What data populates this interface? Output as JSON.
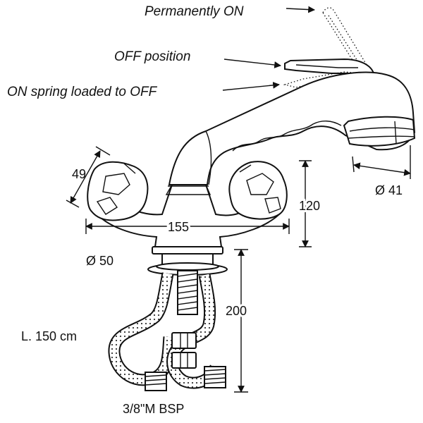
{
  "annotations": {
    "permanently_on": "Permanently ON",
    "off_position": "OFF position",
    "on_spring": "ON spring loaded to OFF"
  },
  "dimensions": {
    "handle_width": "49",
    "spread": "155",
    "height": "120",
    "spout_diameter": "Ø 41",
    "base_diameter": "Ø 50",
    "shank_length": "200",
    "hose_length": "L. 150 cm",
    "thread": "3/8\"M BSP"
  }
}
